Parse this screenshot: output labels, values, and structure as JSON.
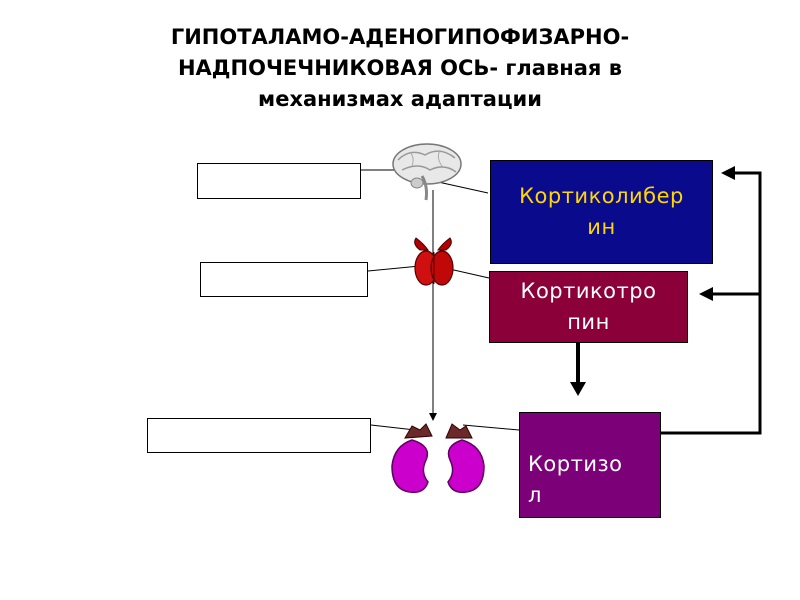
{
  "title": {
    "line1": "ГИПОТАЛАМО-АДЕНОГИПОФИЗАРНО-",
    "line2": "НАДПОЧЕЧНИКОВАЯ ОСЬ- главная в",
    "line3": "механизмах адаптации"
  },
  "hormones": {
    "crh": {
      "line1": "Кортиколибер",
      "line2": "ин",
      "bg": "#0a0a8c",
      "color": "#ffd700"
    },
    "acth": {
      "line1": "Кортикотро",
      "line2": "пин",
      "bg": "#8b0038",
      "color": "#ffffff"
    },
    "cortisol": {
      "line1": "Кортизо",
      "line2": "л",
      "bg": "#7c0078",
      "color": "#ffffff"
    }
  },
  "icons": {
    "brain": "brain-icon",
    "pituitary": "pituitary-gland-icon",
    "adrenal": "adrenal-glands-icon"
  }
}
